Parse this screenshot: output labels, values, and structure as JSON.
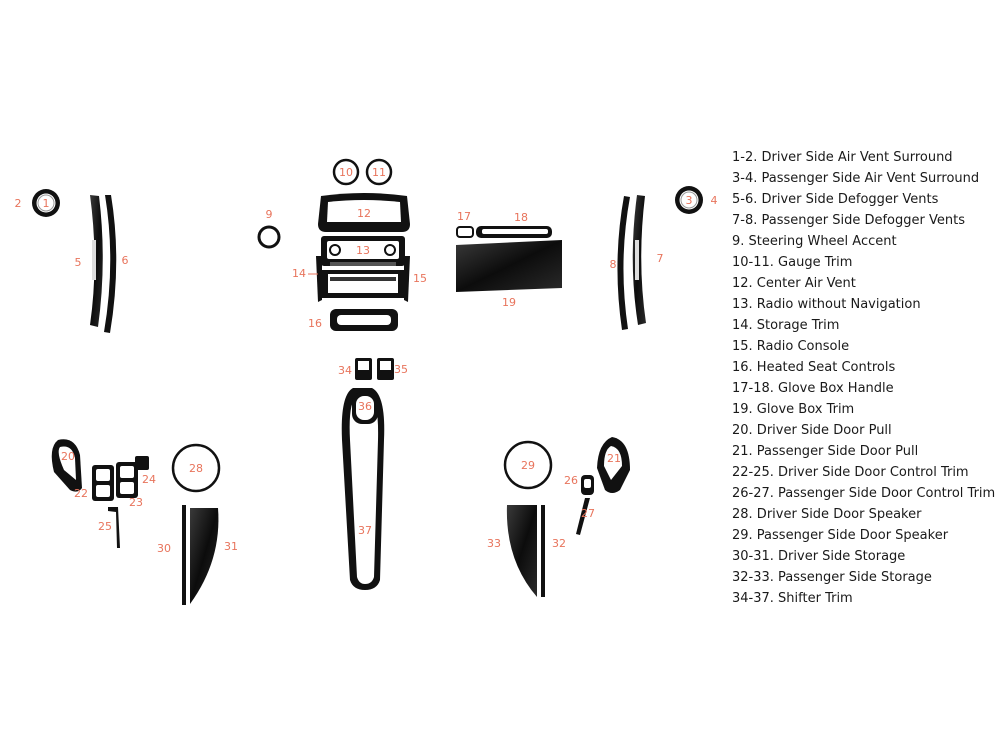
{
  "diagram": {
    "label_color": "#e8745c",
    "part_color": "#111111",
    "parts": [
      {
        "id": "part-1",
        "number": "1"
      },
      {
        "id": "part-2",
        "number": "2"
      },
      {
        "id": "part-3",
        "number": "3"
      },
      {
        "id": "part-4",
        "number": "4"
      },
      {
        "id": "part-5",
        "number": "5"
      },
      {
        "id": "part-6",
        "number": "6"
      },
      {
        "id": "part-7",
        "number": "7"
      },
      {
        "id": "part-8",
        "number": "8"
      },
      {
        "id": "part-9",
        "number": "9"
      },
      {
        "id": "part-10",
        "number": "10"
      },
      {
        "id": "part-11",
        "number": "11"
      },
      {
        "id": "part-12",
        "number": "12"
      },
      {
        "id": "part-13",
        "number": "13"
      },
      {
        "id": "part-14",
        "number": "14"
      },
      {
        "id": "part-15",
        "number": "15"
      },
      {
        "id": "part-16",
        "number": "16"
      },
      {
        "id": "part-17",
        "number": "17"
      },
      {
        "id": "part-18",
        "number": "18"
      },
      {
        "id": "part-19",
        "number": "19"
      },
      {
        "id": "part-20",
        "number": "20"
      },
      {
        "id": "part-21",
        "number": "21"
      },
      {
        "id": "part-22",
        "number": "22"
      },
      {
        "id": "part-23",
        "number": "23"
      },
      {
        "id": "part-24",
        "number": "24"
      },
      {
        "id": "part-25",
        "number": "25"
      },
      {
        "id": "part-26",
        "number": "26"
      },
      {
        "id": "part-27",
        "number": "27"
      },
      {
        "id": "part-28",
        "number": "28"
      },
      {
        "id": "part-29",
        "number": "29"
      },
      {
        "id": "part-30",
        "number": "30"
      },
      {
        "id": "part-31",
        "number": "31"
      },
      {
        "id": "part-32",
        "number": "32"
      },
      {
        "id": "part-33",
        "number": "33"
      },
      {
        "id": "part-34",
        "number": "34"
      },
      {
        "id": "part-35",
        "number": "35"
      },
      {
        "id": "part-36",
        "number": "36"
      },
      {
        "id": "part-37",
        "number": "37"
      }
    ]
  },
  "legend": {
    "items": [
      "1-2. Driver Side Air Vent Surround",
      "3-4. Passenger Side Air Vent Surround",
      "5-6. Driver Side Defogger Vents",
      "7-8. Passenger Side Defogger Vents",
      "9. Steering Wheel Accent",
      "10-11. Gauge Trim",
      "12. Center Air Vent",
      "13. Radio without Navigation",
      "14. Storage Trim",
      "15. Radio Console",
      "16. Heated Seat Controls",
      "17-18. Glove Box Handle",
      "19. Glove Box Trim",
      "20. Driver Side Door Pull",
      "21. Passenger Side Door Pull",
      "22-25. Driver Side Door Control Trim",
      "26-27. Passenger Side Door Control Trim",
      "28. Driver Side Door Speaker",
      "29. Passenger Side Door Speaker",
      "30-31. Driver Side Storage",
      "32-33. Passenger Side Storage",
      "34-37. Shifter Trim"
    ]
  }
}
